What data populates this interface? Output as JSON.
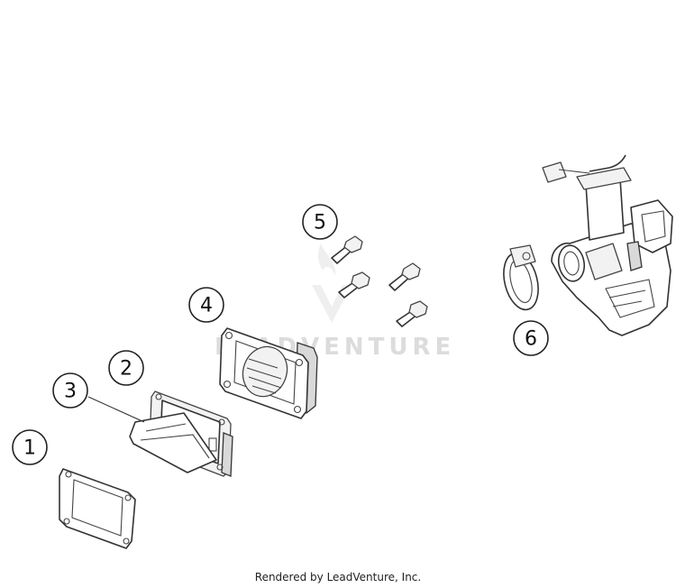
{
  "callouts": {
    "c1": "1",
    "c2": "2",
    "c3": "3",
    "c4": "4",
    "c5": "5",
    "c6": "6"
  },
  "watermark": {
    "text": "LEADVENTURE"
  },
  "footer": {
    "text": "Rendered by LeadVenture, Inc."
  },
  "colors": {
    "line": "#333333",
    "watermark": "#dcdcdc"
  }
}
